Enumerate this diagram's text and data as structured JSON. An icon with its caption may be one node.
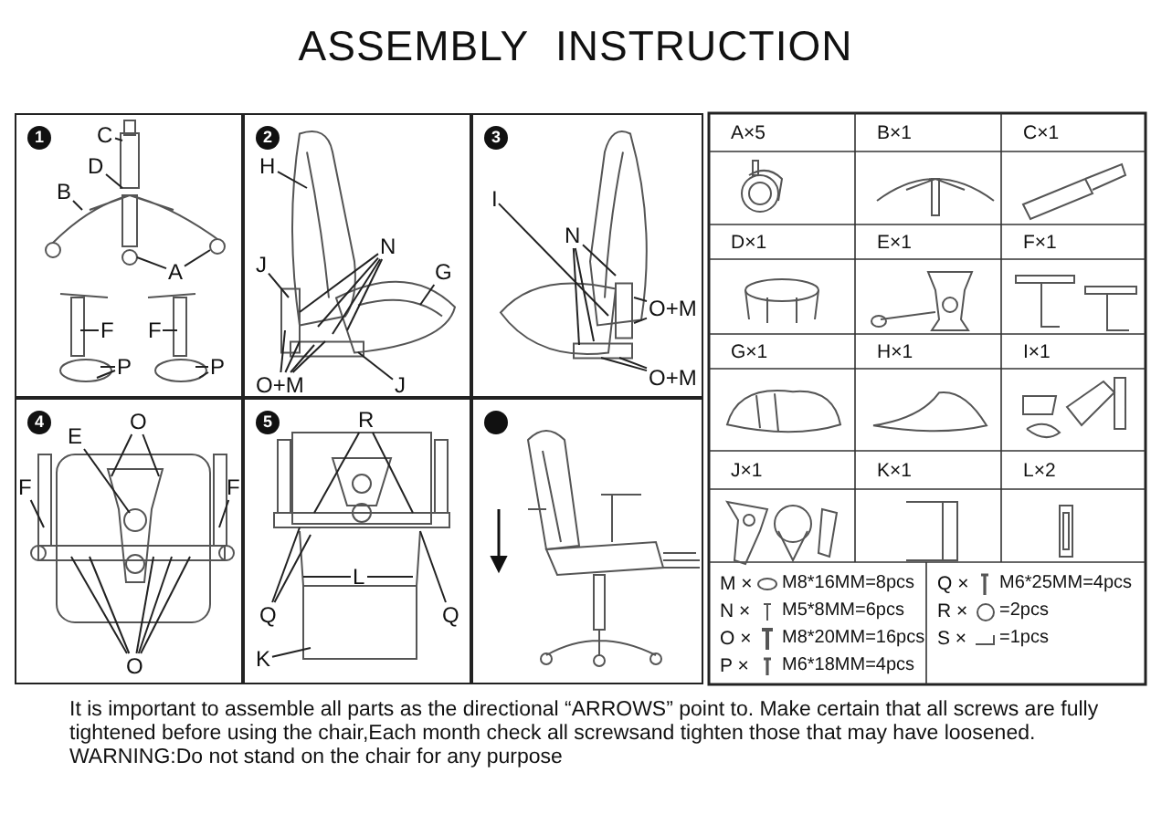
{
  "diagram": {
    "title": "ASSEMBLY INSTRUCTION",
    "caption": "It is important to assemble all parts as the directional “ARROWS” point to. Make certain that all screws are fully tightened before using the chair,Each month check all screwsand tighten those that may have loosened.",
    "nodes": [
      {
        "text": [
          "1"
        ]
      },
      {
        "text": [
          "C"
        ],
        "in": 0
      },
      {
        "text": [
          "D"
        ],
        "in": 0
      },
      {
        "text": [
          "B"
        ],
        "in": 0
      },
      {
        "text": [
          "A"
        ],
        "in": 0
      },
      {
        "text": [
          "F"
        ],
        "in": 0
      },
      {
        "text": [
          "F"
        ],
        "in": 0
      },
      {
        "text": [
          "P"
        ],
        "in": 0
      },
      {
        "text": [
          "P"
        ],
        "in": 0
      },
      {
        "text": [
          "2"
        ]
      },
      {
        "text": [
          "H"
        ],
        "in": 9
      },
      {
        "text": [
          "N"
        ],
        "in": 9
      },
      {
        "text": [
          "J"
        ],
        "in": 9
      },
      {
        "text": [
          "G"
        ],
        "in": 9
      },
      {
        "text": [
          "O+M"
        ],
        "in": 9
      },
      {
        "text": [
          "J"
        ],
        "in": 9
      },
      {
        "text": [
          "3"
        ]
      },
      {
        "text": [
          "I"
        ],
        "in": 16
      },
      {
        "text": [
          "N"
        ],
        "in": 16
      },
      {
        "text": [
          "O+M"
        ],
        "in": 16
      },
      {
        "text": [
          "O+M"
        ],
        "in": 16
      },
      {
        "text": [
          "4"
        ]
      },
      {
        "text": [
          "E"
        ],
        "in": 21
      },
      {
        "text": [
          "O"
        ],
        "in": 21
      },
      {
        "text": [
          "F"
        ],
        "in": 21
      },
      {
        "text": [
          "F"
        ],
        "in": 21
      },
      {
        "text": [
          "O"
        ],
        "in": 21
      },
      {
        "text": [
          "5"
        ]
      },
      {
        "text": [
          "R"
        ],
        "in": 27
      },
      {
        "text": [
          "Q"
        ],
        "in": 27
      },
      {
        "text": [
          "Q"
        ],
        "in": 27
      },
      {
        "text": [
          "L"
        ],
        "in": 27
      },
      {
        "text": [
          "K"
        ],
        "in": 27
      },
      {
        "text": [],
        "shape": "box"
      }
    ],
    "edges": [
      {
        "from": 1,
        "to": null,
        "arrow": "none"
      },
      {
        "from": 2,
        "to": null,
        "arrow": "none"
      },
      {
        "from": 3,
        "to": null,
        "arrow": "none"
      },
      {
        "from": 4,
        "to": null,
        "arrow": "none"
      },
      {
        "from": 4,
        "to": null,
        "arrow": "none"
      },
      {
        "from": 5,
        "to": null,
        "arrow": "none"
      },
      {
        "from": 6,
        "to": null,
        "arrow": "none"
      },
      {
        "from": 7,
        "to": null,
        "arrow": "none"
      },
      {
        "from": 7,
        "to": null,
        "arrow": "none"
      },
      {
        "from": 8,
        "to": null,
        "arrow": "none"
      },
      {
        "from": 8,
        "to": null,
        "arrow": "none"
      },
      {
        "from": 10,
        "to": null,
        "arrow": "none"
      },
      {
        "from": 11,
        "to": null,
        "arrow": "none"
      },
      {
        "from": 11,
        "to": null,
        "arrow": "none"
      },
      {
        "from": 11,
        "to": null,
        "arrow": "none"
      },
      {
        "from": 11,
        "to": null,
        "arrow": "none"
      },
      {
        "from": 12,
        "to": null,
        "arrow": "none"
      },
      {
        "from": 13,
        "to": null,
        "arrow": "none"
      },
      {
        "from": 14,
        "to": null,
        "arrow": "none"
      },
      {
        "from": 14,
        "to": null,
        "arrow": "none"
      },
      {
        "from": 14,
        "to": null,
        "arrow": "none"
      },
      {
        "from": 14,
        "to": null,
        "arrow": "none"
      },
      {
        "from": 15,
        "to": null,
        "arrow": "none"
      },
      {
        "from": 17,
        "to": null,
        "arrow": "none"
      },
      {
        "from": 18,
        "to": null,
        "arrow": "none"
      },
      {
        "from": 18,
        "to": null,
        "arrow": "none"
      },
      {
        "from": 18,
        "to": null,
        "arrow": "none"
      },
      {
        "from": 19,
        "to": null,
        "arrow": "none"
      },
      {
        "from": 19,
        "to": null,
        "arrow": "none"
      },
      {
        "from": 20,
        "to": null,
        "arrow": "none"
      },
      {
        "from": 20,
        "to": null,
        "arrow": "none"
      },
      {
        "from": 22,
        "to": null,
        "arrow": "none"
      },
      {
        "from": 23,
        "to": null,
        "arrow": "none"
      },
      {
        "from": 23,
        "to": null,
        "arrow": "none"
      },
      {
        "from": 24,
        "to": null,
        "arrow": "none"
      },
      {
        "from": 25,
        "to": null,
        "arrow": "none"
      },
      {
        "from": 26,
        "to": null,
        "arrow": "none"
      },
      {
        "from": 26,
        "to": null,
        "arrow": "none"
      },
      {
        "from": 26,
        "to": null,
        "arrow": "none"
      },
      {
        "from": 26,
        "to": null,
        "arrow": "none"
      },
      {
        "from": 26,
        "to": null,
        "arrow": "none"
      },
      {
        "from": 28,
        "to": null,
        "arrow": "none"
      },
      {
        "from": 28,
        "to": null,
        "arrow": "none"
      },
      {
        "from": 29,
        "to": null,
        "arrow": "none"
      },
      {
        "from": 29,
        "to": null,
        "arrow": "none"
      },
      {
        "from": 30,
        "to": null,
        "arrow": "none"
      },
      {
        "from": 31,
        "to": null,
        "arrow": "none"
      },
      {
        "from": 31,
        "to": null,
        "arrow": "none"
      },
      {
        "from": 32,
        "to": null,
        "arrow": "none"
      }
    ],
    "labels": [
      "A×5",
      "B×1",
      "C×1",
      "D×1",
      "E×1",
      "F×1",
      "G×1",
      "H×1",
      "I×1",
      "J×1",
      "K×1",
      "L×2",
      "M ×",
      "M8*16MM=8pcs",
      "N ×",
      "M5*8MM=6pcs",
      "O ×",
      "M8*20MM=16pcs",
      "P ×",
      "M6*18MM=4pcs",
      "Q ×",
      "M6*25MM=4pcs",
      "R ×",
      "=2pcs",
      "S ×",
      "=1pcs",
      "WARNING:Do not stand on the chair for any purpose"
    ]
  }
}
